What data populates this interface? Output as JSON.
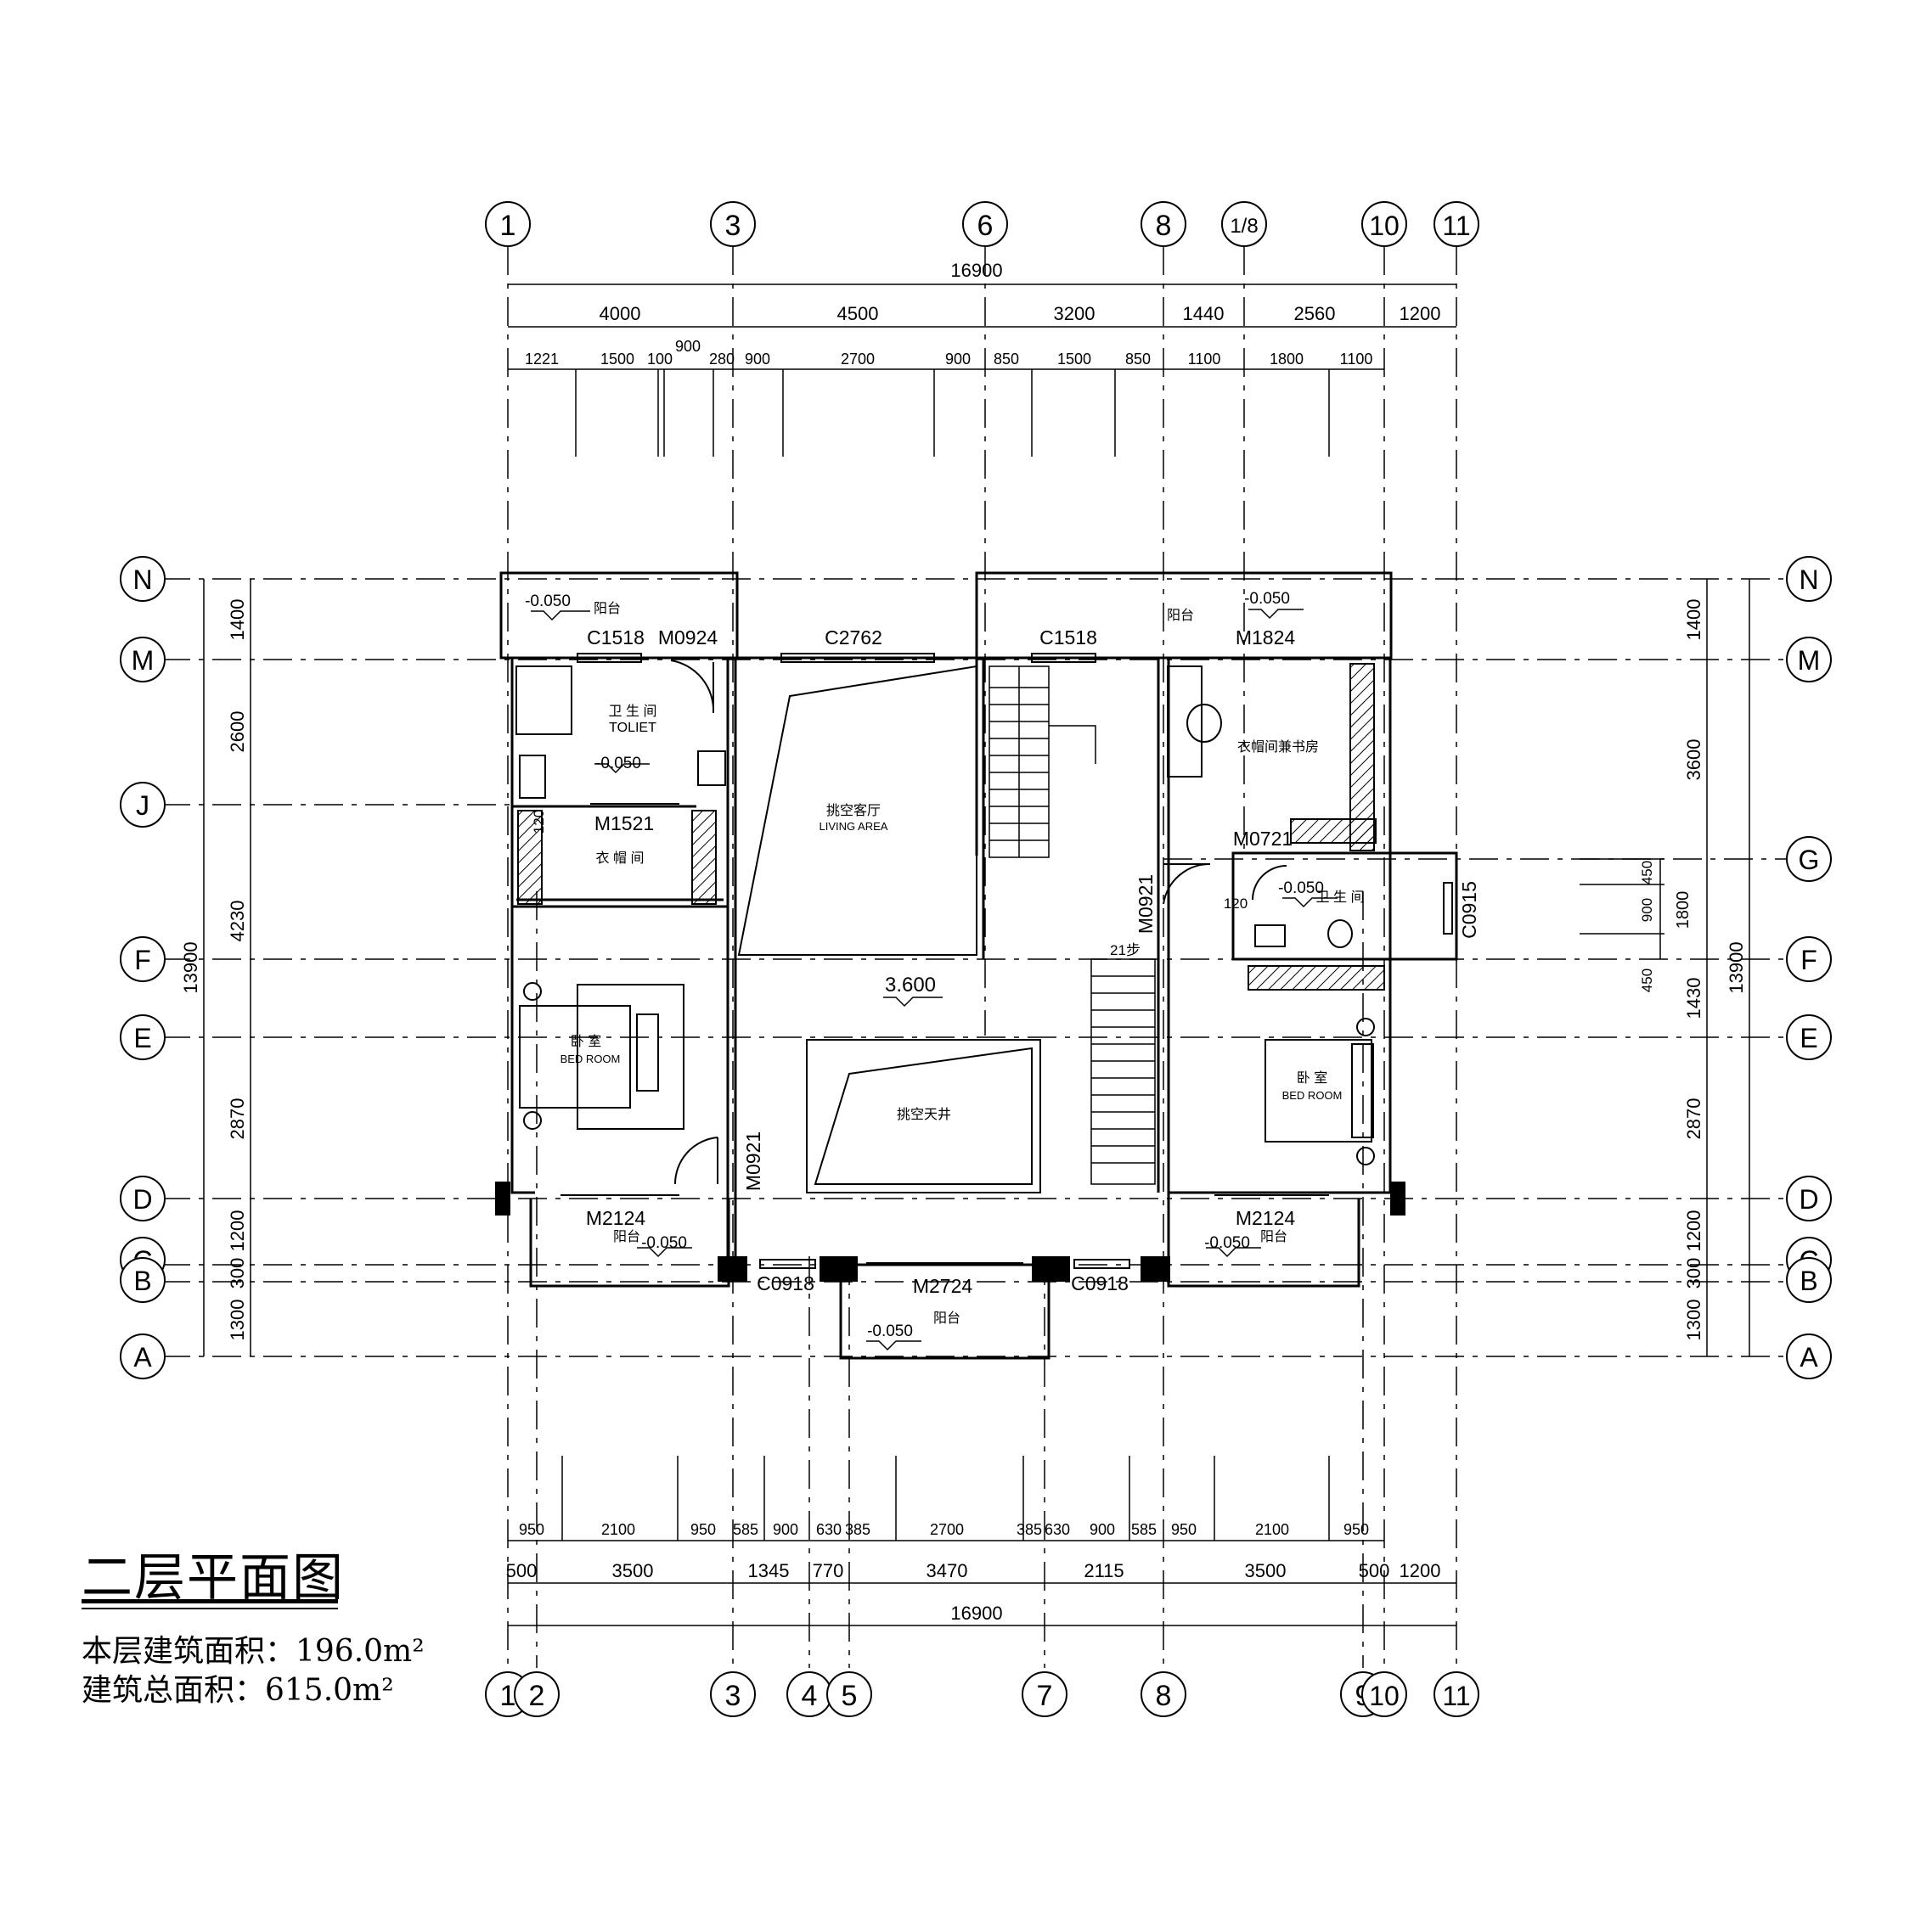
{
  "title": "二层平面图",
  "area_floor_label": "本层建筑面积：196.0m²",
  "area_total_label": "建筑总面积：615.0m²",
  "top_axes": [
    "1",
    "3",
    "6",
    "8",
    "1/8",
    "10",
    "11"
  ],
  "bottom_axes": [
    "1",
    "2",
    "3",
    "4",
    "5",
    "7",
    "8",
    "9",
    "10",
    "11"
  ],
  "row_axes": [
    "N",
    "M",
    "J",
    "G",
    "F",
    "E",
    "D",
    "C",
    "B",
    "A"
  ],
  "top_overall": "16900",
  "top_dims": [
    "4000",
    "4500",
    "3200",
    "1440",
    "2560",
    "1200"
  ],
  "top_detail_dims": [
    "1221",
    "1500",
    "100",
    "900",
    "280",
    "900",
    "2700",
    "900",
    "850",
    "1500",
    "850",
    "1100",
    "1800",
    "1100"
  ],
  "bottom_overall": "16900",
  "bottom_dims": [
    "500",
    "3500",
    "1345",
    "770",
    "3470",
    "2115",
    "3500",
    "500",
    "1200"
  ],
  "bottom_detail_dims": [
    "950",
    "2100",
    "950",
    "585",
    "900",
    "630",
    "385",
    "2700",
    "385",
    "630",
    "900",
    "585",
    "950",
    "2100",
    "950"
  ],
  "left_overall": "13900",
  "left_dims": [
    "1400",
    "2600",
    "4230",
    "2870",
    "1200",
    "300",
    "1300"
  ],
  "right_overall": "13900",
  "right_dims": [
    "1400",
    "3600",
    "1430",
    "2870",
    "1200",
    "300",
    "1300"
  ],
  "right_detail_dims": [
    "450",
    "900",
    "450",
    "1800"
  ],
  "openings": [
    "C1518",
    "M0924",
    "C2762",
    "C1518",
    "M1824",
    "M1521",
    "M0721",
    "M0921",
    "C0915",
    "M0921",
    "M2124",
    "C0918",
    "M2724",
    "C0918",
    "M2124"
  ],
  "levels": [
    "-0.050",
    "-0.050",
    "-0.050",
    "-0.050",
    "3.600",
    "-0.050",
    "-0.050",
    "-0.050"
  ],
  "rooms": {
    "balcony": "阳台",
    "toilet_cn": "卫 生 间",
    "toilet_en": "TOLIET",
    "closet": "衣 帽 间",
    "living_cn": "挑空客厅",
    "living_en": "LIVING    AREA",
    "closet_study": "衣帽间兼书房",
    "toilet2": "卫 生 间",
    "bedroom_cn": "卧 室",
    "bedroom_en": "BED    ROOM",
    "atrium": "挑空天井",
    "stair_note": "21步",
    "wall_note": "120"
  }
}
